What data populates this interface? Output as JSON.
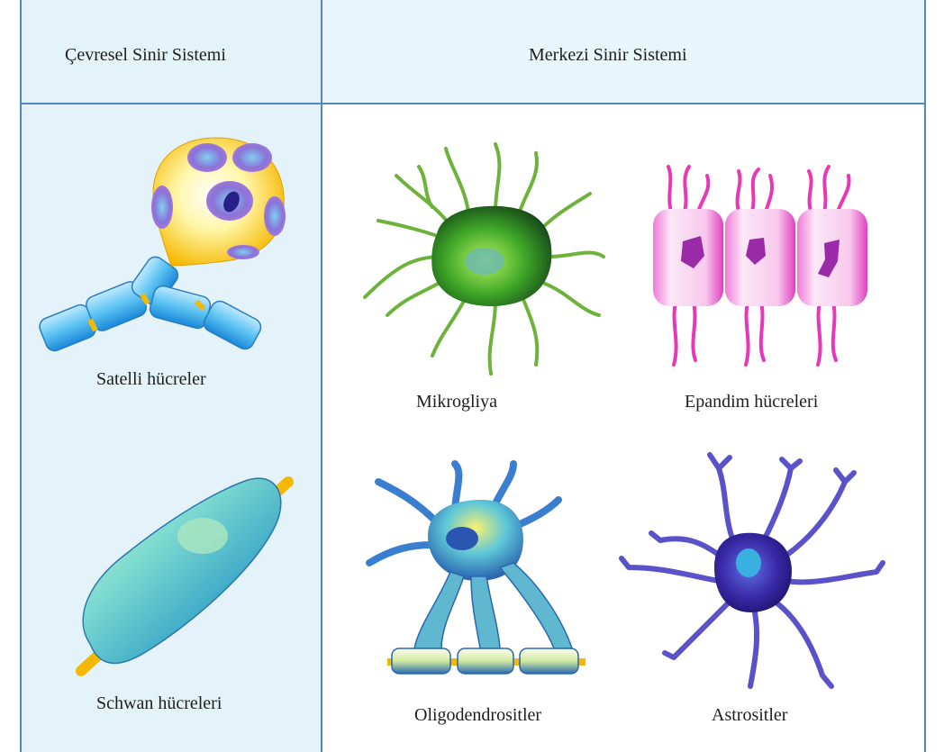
{
  "headers": {
    "peripheral": "Çevresel Sinir Sistemi",
    "central": "Merkezi Sinir Sistemi"
  },
  "cells": {
    "satellite": "Satelli hücreler",
    "schwann": "Schwan hücreleri",
    "microglia": "Mikrogliya",
    "ependymal": "Epandim hücreleri",
    "oligodendrocytes": "Oligodendrositler",
    "astrocytes": "Astrositler"
  },
  "colors": {
    "border": "#4f86c6",
    "left_column_bg": "#e3f3f9",
    "header_bg": "#e3f3f9",
    "right_column_bg": "#ffffff"
  }
}
